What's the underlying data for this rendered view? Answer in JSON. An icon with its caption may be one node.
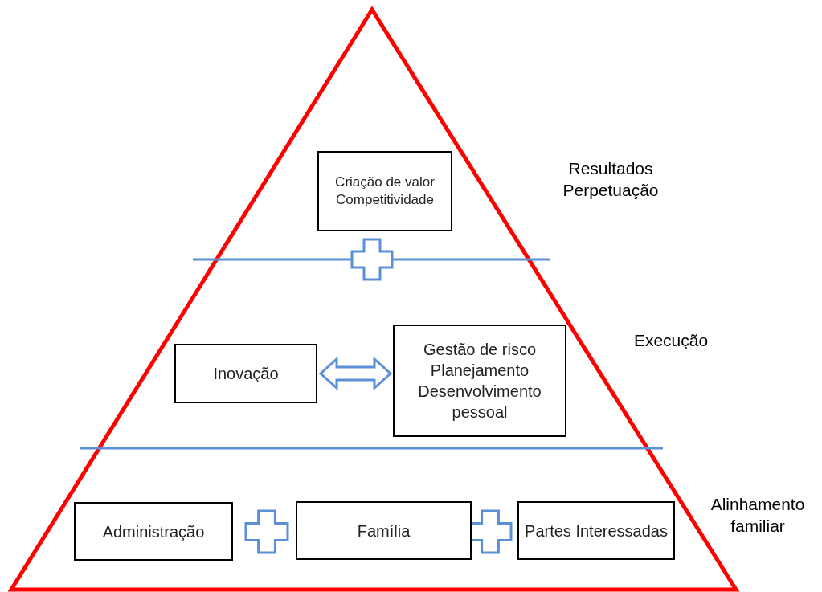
{
  "diagram": {
    "nodes": [
      {
        "text": [
          "Criação de valor",
          "Competitividade"
        ]
      },
      {
        "text": [
          "Inovação"
        ]
      },
      {
        "text": [
          "Gestão de risco",
          "Planejamento",
          "Desenvolvimento pessoal"
        ]
      },
      {
        "text": [
          "Administração"
        ]
      },
      {
        "text": [
          "Família"
        ]
      },
      {
        "text": [
          "Partes Interessadas"
        ]
      }
    ],
    "edges": [
      {
        "from": 1,
        "to": 2,
        "arrow": "both"
      }
    ],
    "labels": [
      "Resultados Perpetuação",
      "Execução",
      "Alinhamento familiar"
    ]
  }
}
